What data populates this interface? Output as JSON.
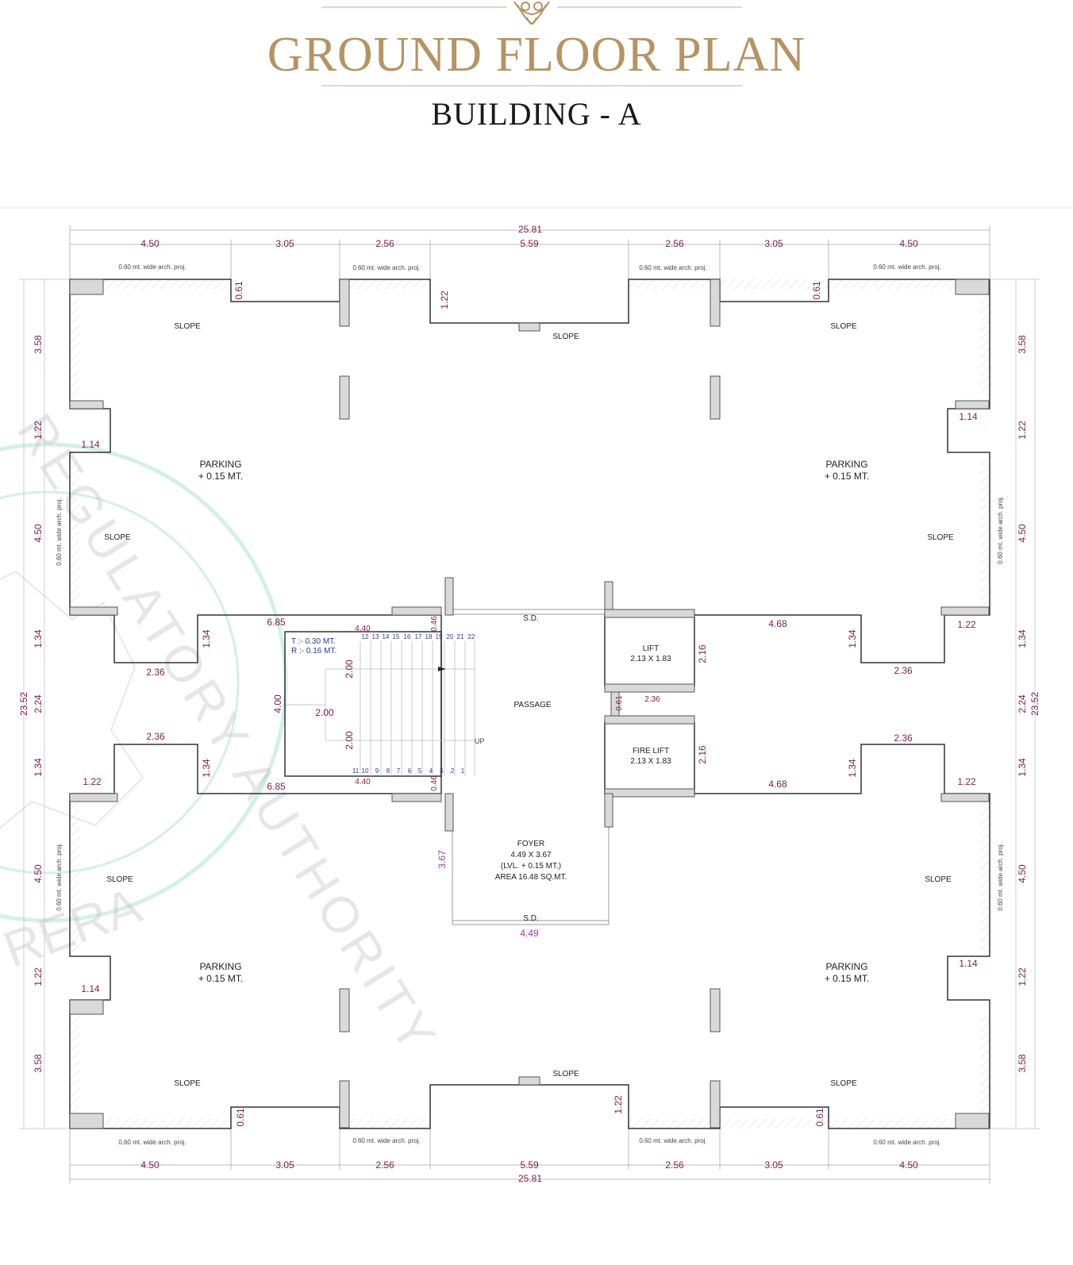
{
  "header": {
    "title": "GROUND FLOOR PLAN",
    "subtitle": "BUILDING - A"
  },
  "colors": {
    "title": "#b69363",
    "dimension": "#7a1e48",
    "column_fill": "#d9d9d9",
    "wall": "#333333",
    "stamp": "#7fd6b8",
    "stair_text": "#2b3a8f"
  },
  "labels": {
    "slope": "SLOPE",
    "parking": "PARKING",
    "parking_level": "+ 0.15 MT.",
    "sd": "S.D.",
    "passage": "PASSAGE",
    "lift": "LIFT",
    "lift_size": "2.13 X 1.83",
    "fire_lift": "FIRE LIFT",
    "fire_lift_size": "2.13 X 1.83",
    "foyer": "FOYER",
    "foyer_size": "4.49 X 3.67",
    "foyer_level": "(LVL. + 0.15 MT.)",
    "foyer_area": "AREA 16.48 SQ.MT.",
    "up": "UP",
    "proj": "0.60 mt. wide arch. proj.",
    "tread": "T :- 0.30 MT.",
    "riser": "R :- 0.16 MT."
  },
  "stamp": {
    "text_top": "REGULATORY AUTHORITY",
    "text_bottom": "RERA"
  },
  "dimensions": {
    "overall_width": "25.81",
    "overall_height": "23.52",
    "top_row": [
      "4.50",
      "3.05",
      "2.56",
      "5.59",
      "2.56",
      "3.05",
      "4.50"
    ],
    "side_col": [
      "3.58",
      "1.22",
      "4.50",
      "1.34",
      "2.24",
      "1.34",
      "4.50",
      "1.22",
      "3.58"
    ],
    "d061": "0.61",
    "d122": "1.22",
    "d114": "1.14",
    "d685": "6.85",
    "d440": "4.40",
    "d046": "0.46",
    "d134": "1.34",
    "d236": "2.36",
    "d400": "4.00",
    "d200": "2.00",
    "d216": "2.16",
    "d468": "4.68",
    "d367": "3.67",
    "d449": "4.49"
  },
  "stairs": {
    "upper_steps": [
      "12",
      "13",
      "14",
      "15",
      "16",
      "17",
      "18",
      "19",
      "20",
      "21",
      "22"
    ],
    "lower_steps": [
      "11",
      "10",
      "9",
      "8",
      "7",
      "6",
      "5",
      "4",
      "3",
      "2",
      "1"
    ]
  }
}
